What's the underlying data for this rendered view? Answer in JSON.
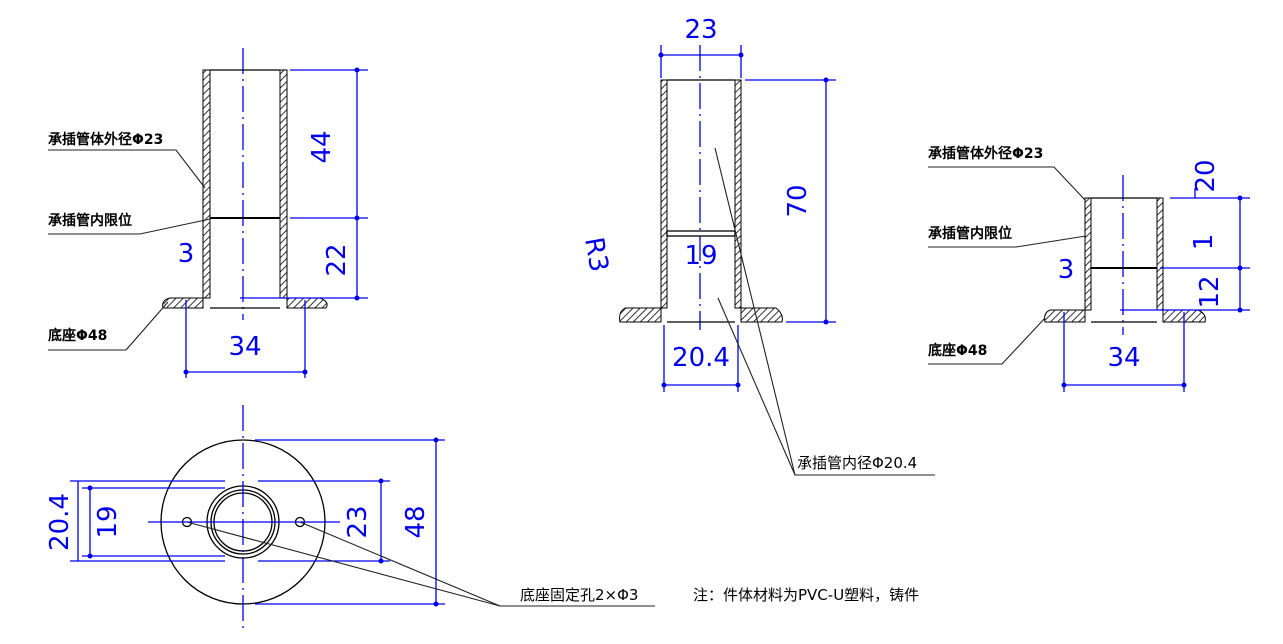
{
  "labels": {
    "outer_diameter": "承插管体外径Φ23",
    "inner_stop": "承插管内限位",
    "base": "底座Φ48",
    "inner_diameter": "承插管内径Φ20.4",
    "fixing_holes": "底座固定孔2×Φ3",
    "note": "注：件体材料为PVC-U塑料，铸件"
  },
  "left_view": {
    "upper_height": "44",
    "lower_height": "22",
    "stop_thickness": "3",
    "base_span": "34"
  },
  "middle_view": {
    "outer_width": "23",
    "total_height": "70",
    "fillet": "R3",
    "stop_inner": "19",
    "inner_width": "20.4"
  },
  "right_view": {
    "top_gap": "20",
    "upper_height": "1",
    "stop_thickness": "3",
    "lower_height": "12",
    "base_span": "34"
  },
  "bottom_view": {
    "inner_width": "20.4",
    "stop_inner": "19",
    "outer_tube": "23",
    "base_diameter": "48"
  }
}
